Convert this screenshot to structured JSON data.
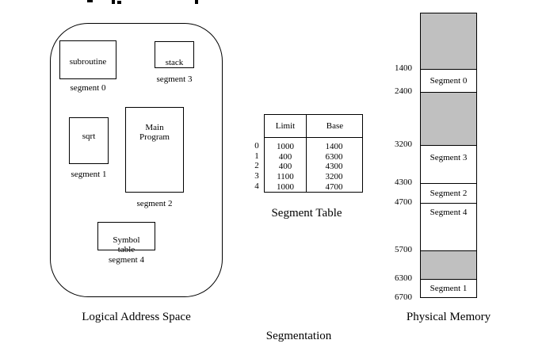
{
  "caption": "Segmentation",
  "colors": {
    "shaded_region": "#c0c0c0",
    "line": "#000000",
    "background": "#ffffff"
  },
  "logical_address_space": {
    "caption": "Logical Address Space",
    "boxes": [
      {
        "label": "subroutine",
        "segment": "segment 0"
      },
      {
        "label": "stack",
        "segment": "segment 3"
      },
      {
        "label": "sqrt",
        "segment": "segment 1"
      },
      {
        "label": "Main\nProgram",
        "segment": "segment 2"
      },
      {
        "label": "Symbol\ntable",
        "segment": "segment 4"
      }
    ]
  },
  "segment_table": {
    "caption": "Segment Table",
    "columns": [
      "Limit",
      "Base"
    ],
    "row_indices": [
      "0",
      "1",
      "2",
      "3",
      "4"
    ],
    "rows": [
      {
        "limit": "1000",
        "base": "1400"
      },
      {
        "limit": "400",
        "base": "6300"
      },
      {
        "limit": "400",
        "base": "4300"
      },
      {
        "limit": "1100",
        "base": "3200"
      },
      {
        "limit": "1000",
        "base": "4700"
      }
    ]
  },
  "physical_memory": {
    "caption": "Physical Memory",
    "address_labels": [
      "1400",
      "2400",
      "3200",
      "4300",
      "4700",
      "5700",
      "6300",
      "6700"
    ],
    "regions": [
      {
        "label": "",
        "shaded": true
      },
      {
        "label": "Segment 0",
        "shaded": false
      },
      {
        "label": "",
        "shaded": true
      },
      {
        "label": "Segment 3",
        "shaded": false
      },
      {
        "label": "Segment 2",
        "shaded": false
      },
      {
        "label": "Segment 4",
        "shaded": false
      },
      {
        "label": "",
        "shaded": true
      },
      {
        "label": "Segment 1",
        "shaded": false
      }
    ]
  }
}
